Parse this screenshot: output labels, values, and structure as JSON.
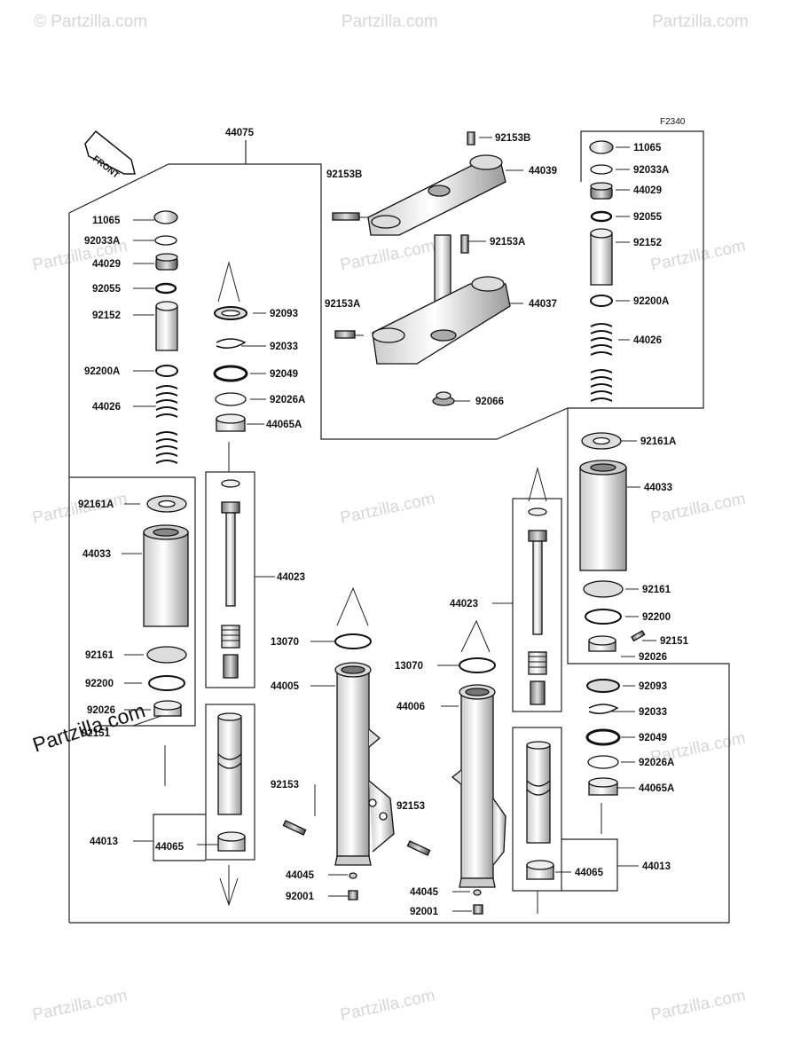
{
  "figure_code": "F2340",
  "front_label": "FRONT",
  "watermark": "Partzilla.com",
  "watermark_bottom_left": "Partzilla.com",
  "labels": {
    "top_44075": "44075",
    "l_11065": "11065",
    "l_92033A": "92033A",
    "l_44029": "44029",
    "l_92055": "92055",
    "l_92152": "92152",
    "l_92200A": "92200A",
    "l_44026": "44026",
    "l_92161A": "92161A",
    "l_44033": "44033",
    "l_92161": "92161",
    "l_92200": "92200",
    "l_92026": "92026",
    "l_92151": "92151",
    "l_44013": "44013",
    "l_44065": "44065",
    "c_92093": "92093",
    "c_92033": "92033",
    "c_92049": "92049",
    "c_92026A": "92026A",
    "c_44065A": "44065A",
    "c_44023": "44023",
    "c_13070": "13070",
    "c_44005": "44005",
    "c_92153": "92153",
    "c_44045": "44045",
    "c_92001": "92001",
    "t_92153B_top": "92153B",
    "t_44039": "44039",
    "t_92153B_left": "92153B",
    "t_92153A_right": "92153A",
    "t_44037": "44037",
    "t_92153A_left": "92153A",
    "t_92066": "92066",
    "r_11065": "11065",
    "r_92033A": "92033A",
    "r_44029": "44029",
    "r_92055": "92055",
    "r_92152": "92152",
    "r_92200A": "92200A",
    "r_44026": "44026",
    "r_92161A": "92161A",
    "r_44033": "44033",
    "r_92161": "92161",
    "r_92200": "92200",
    "r_92151": "92151",
    "r_92026": "92026",
    "r_92093": "92093",
    "r_92033": "92033",
    "r_92049": "92049",
    "r_92026A": "92026A",
    "r_44065A": "44065A",
    "r_44013": "44013",
    "r_44065": "44065",
    "m_44023": "44023",
    "m_13070": "13070",
    "m_44006": "44006",
    "m_92153": "92153",
    "m_44045": "44045",
    "m_92001": "92001"
  }
}
